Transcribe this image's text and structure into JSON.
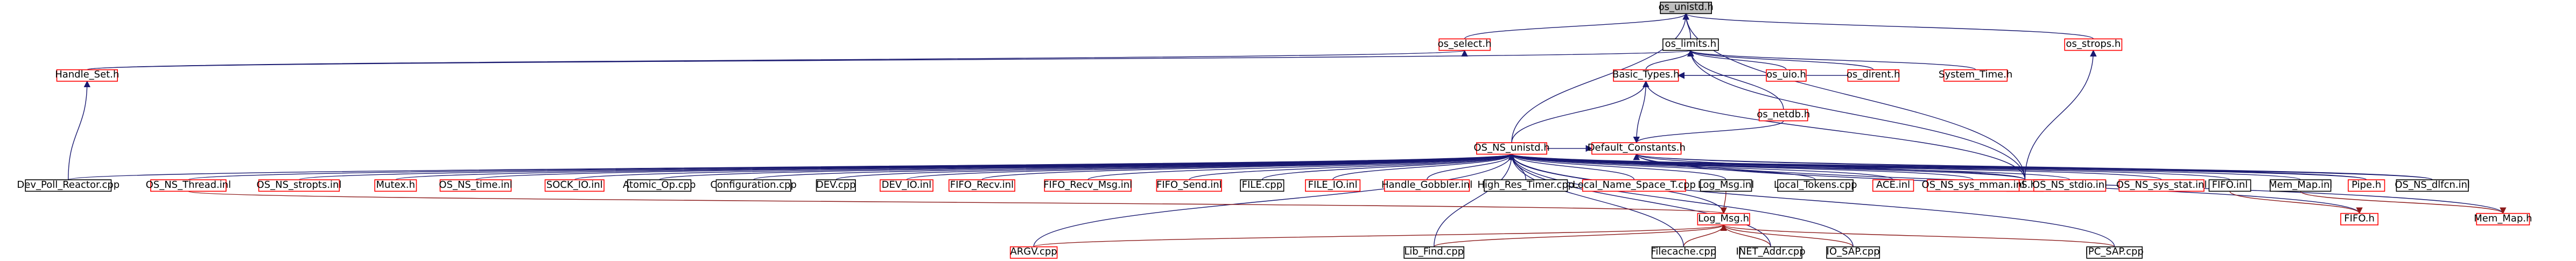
{
  "colors": {
    "background": "#ffffff",
    "node_fill": "#ffffff",
    "node_fill_root": "#bfbfbf",
    "node_border_red": "#ff0000",
    "node_border_black": "#000000",
    "edge_blue": "#191970",
    "edge_red": "#8b1a1a"
  },
  "nodes": {
    "os_unistd_h": "os_unistd.h",
    "os_select_h": "os_select.h",
    "os_strops_h": "os_strops.h",
    "os_limits_h": "os_limits.h",
    "handle_set_h": "Handle_Set.h",
    "basic_types_h": "Basic_Types.h",
    "os_uio_h": "os_uio.h",
    "os_dirent_h": "os_dirent.h",
    "system_time_h": "System_Time.h",
    "os_netdb_h": "os_netdb.h",
    "default_constants_h": "Default_Constants.h",
    "os_ns_unistd_h": "OS_NS_unistd.h",
    "dev_poll_reactor_cpp": "Dev_Poll_Reactor.cpp",
    "os_h": "OS.h",
    "os_ns_thread_inl": "OS_NS_Thread.inl",
    "os_ns_stropts_inl": "OS_NS_stropts.inl",
    "mutex_h": "Mutex.h",
    "os_ns_time_inl": "OS_NS_time.inl",
    "sock_io_inl": "SOCK_IO.inl",
    "atomic_op_cpp": "Atomic_Op.cpp",
    "configuration_cpp": "Configuration.cpp",
    "dev_cpp": "DEV.cpp",
    "dev_io_inl": "DEV_IO.inl",
    "fifo_recv_inl": "FIFO_Recv.inl",
    "fifo_recv_msg_inl": "FIFO_Recv_Msg.inl",
    "fifo_send_inl": "FIFO_Send.inl",
    "file_cpp": "FILE.cpp",
    "file_io_inl": "FILE_IO.inl",
    "handle_gobbler_inl": "Handle_Gobbler.inl",
    "high_res_timer_cpp": "High_Res_Timer.cpp",
    "local_name_space_t_cpp": "Local_Name_Space_T.cpp",
    "log_msg_inl": "Log_Msg.inl",
    "local_tokens_cpp": "Local_Tokens.cpp",
    "ace_inl": "ACE.inl",
    "os_ns_sys_mman_inl": "OS_NS_sys_mman.inl",
    "os_ns_stdio_inl": "OS_NS_stdio.inl",
    "os_ns_sys_stat_inl": "OS_NS_sys_stat.inl",
    "fifo_inl": "FIFO.inl",
    "mem_map_inl": "Mem_Map.inl",
    "pipe_h": "Pipe.h",
    "os_ns_dlfcn_inl": "OS_NS_dlfcn.inl",
    "log_msg_h": "Log_Msg.h",
    "fifo_h": "FIFO.h",
    "mem_map_h": "Mem_Map.h",
    "argv_cpp": "ARGV.cpp",
    "lib_find_cpp": "Lib_Find.cpp",
    "filecache_cpp": "Filecache.cpp",
    "inet_addr_cpp": "INET_Addr.cpp",
    "io_sap_cpp": "IO_SAP.cpp",
    "ipc_sap_cpp": "IPC_SAP.cpp"
  }
}
